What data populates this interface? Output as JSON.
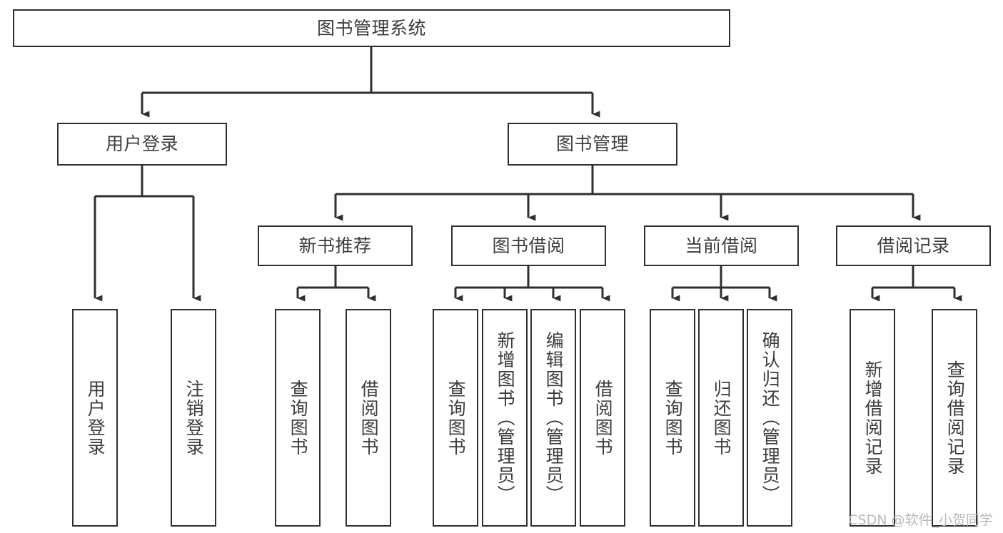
{
  "diagram": {
    "title": "图书管理系统",
    "type": "tree",
    "watermark": "CSDN @软件_小贺同学",
    "colors": {
      "box_border": "#2f2f2f",
      "box_fill": "#ffffff",
      "text": "#3d3d3d",
      "connector": "#2f2f2f",
      "watermark": "#b9b9b9",
      "background": "#ffffff"
    },
    "nodes": {
      "root": {
        "label": "图书管理系统"
      },
      "level2": [
        {
          "id": "user-login",
          "label": "用户登录"
        },
        {
          "id": "book-management",
          "label": "图书管理"
        }
      ],
      "level3": [
        {
          "id": "new-book-recommend",
          "label": "新书推荐"
        },
        {
          "id": "book-borrow",
          "label": "图书借阅"
        },
        {
          "id": "current-borrow",
          "label": "当前借阅"
        },
        {
          "id": "borrow-record",
          "label": "借阅记录"
        }
      ],
      "leaves": {
        "user_login": [
          {
            "id": "leaf-user-login",
            "label": "用户登录"
          },
          {
            "id": "leaf-logout-login",
            "label": "注销登录"
          }
        ],
        "new_book_recommend": [
          {
            "id": "leaf-query-book-1",
            "label": "查询图书"
          },
          {
            "id": "leaf-borrow-book-1",
            "label": "借阅图书"
          }
        ],
        "book_borrow": [
          {
            "id": "leaf-query-book-2",
            "label": "查询图书"
          },
          {
            "id": "leaf-add-book",
            "label": "新增图书（管理员）"
          },
          {
            "id": "leaf-edit-book",
            "label": "编辑图书（管理员）"
          },
          {
            "id": "leaf-borrow-book-2",
            "label": "借阅图书"
          }
        ],
        "current_borrow": [
          {
            "id": "leaf-query-book-3",
            "label": "查询图书"
          },
          {
            "id": "leaf-return-book",
            "label": "归还图书"
          },
          {
            "id": "leaf-confirm-return",
            "label": "确认归还（管理员）"
          }
        ],
        "borrow_record": [
          {
            "id": "leaf-add-borrow-record",
            "label": "新增借阅记录"
          },
          {
            "id": "leaf-query-borrow-record",
            "label": "查询借阅记录"
          }
        ]
      }
    }
  }
}
